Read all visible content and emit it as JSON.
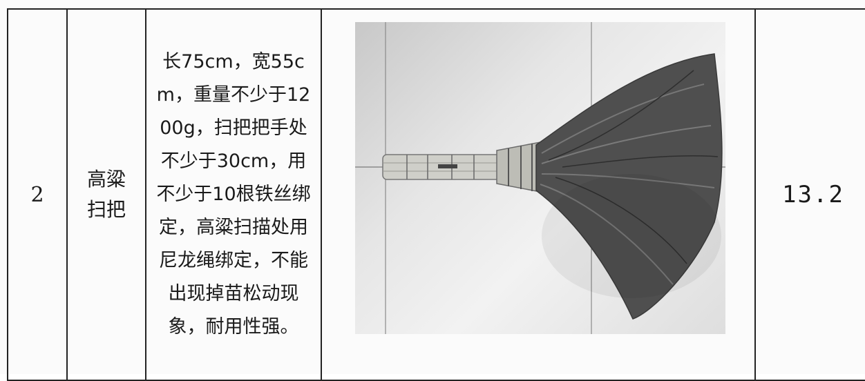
{
  "row": {
    "number": "2",
    "name": "高粱扫把",
    "description": "长75cm，宽55cm，重量不少于1200g，扫把把手处不少于30cm，用不少于10根铁丝绑定，高粱扫描处用尼龙绳绑定，不能出现掉苗松动现象，耐用性强。",
    "price": "13.2",
    "image_icon": "sorghum-broom-photo"
  }
}
